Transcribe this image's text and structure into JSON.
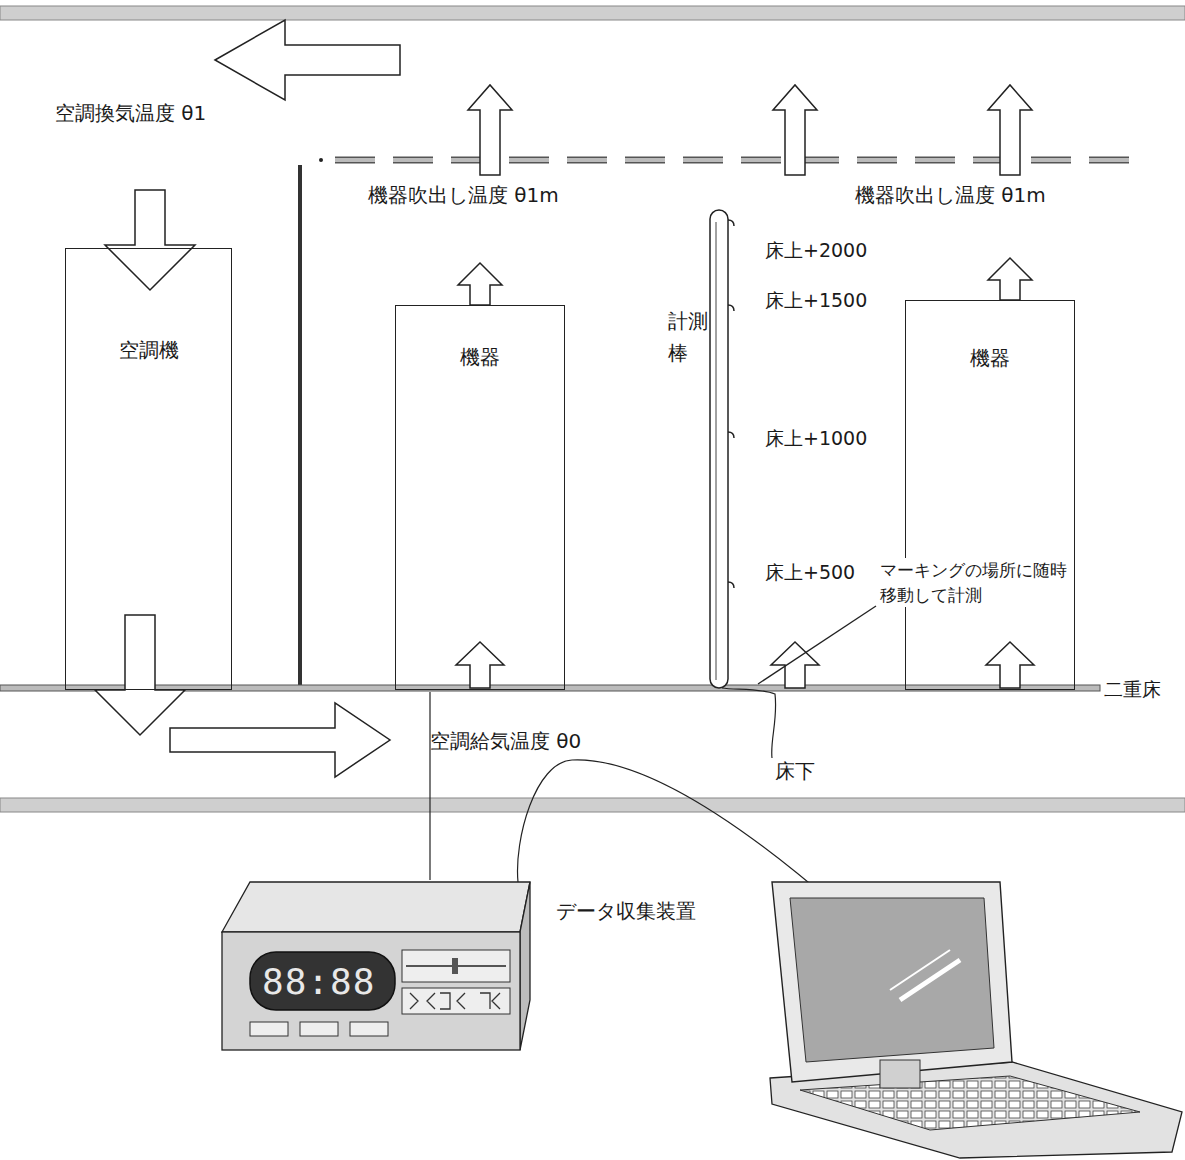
{
  "diagram": {
    "nodes": [
      {
        "text": [
          "空調機"
        ]
      },
      {
        "text": [
          "機器"
        ]
      },
      {
        "text": [
          "機器"
        ]
      }
    ],
    "labels": [
      "空調換気温度 θ1",
      "機器吹出し温度 θ1m",
      "機器吹出し温度 θ1m",
      "計測棒",
      "床上+2000",
      "床上+1500",
      "床上+1000",
      "床上+500",
      "マーキングの場所に随時 移動して計測",
      "二重床",
      "空調給気温度 θ0",
      "床下",
      "88:88",
      "データ収集装置"
    ]
  }
}
